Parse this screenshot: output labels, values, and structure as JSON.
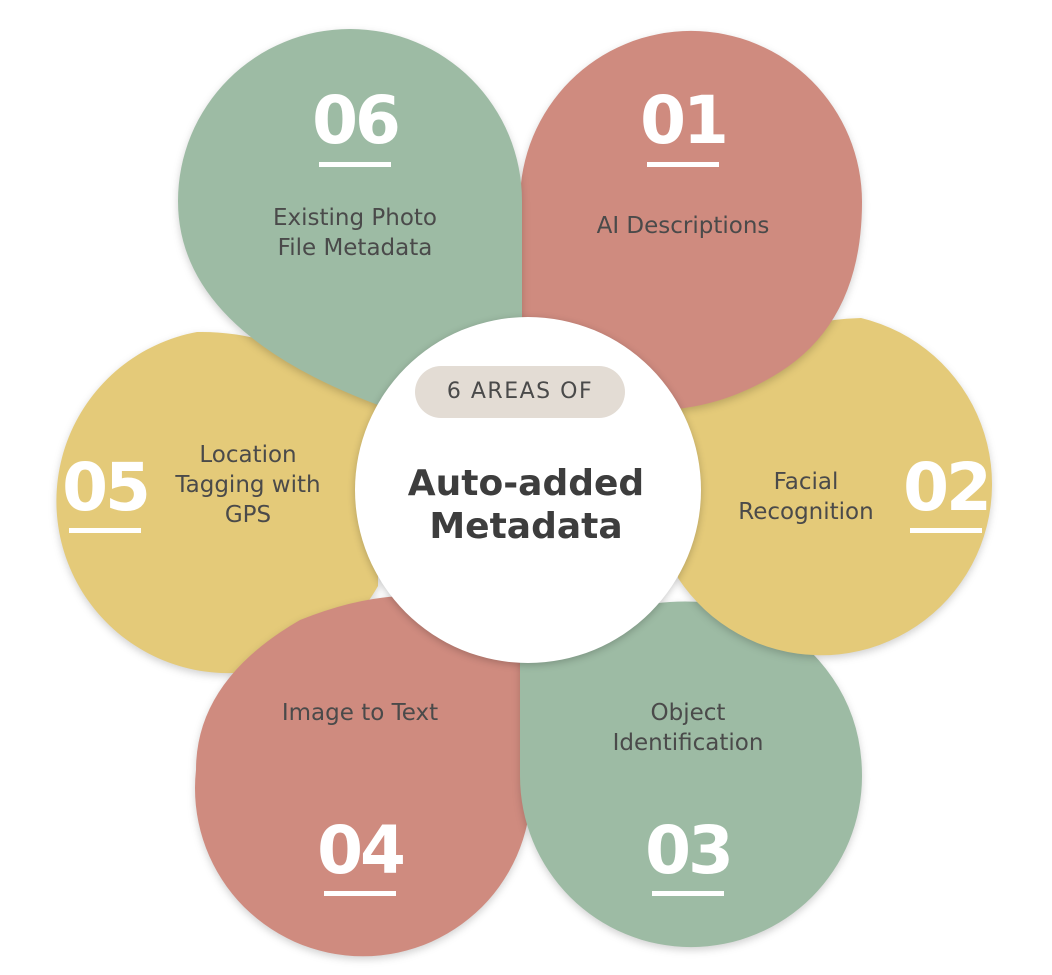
{
  "colors": {
    "sage": "#9dbba4",
    "rose": "#cf8b7f",
    "mustard": "#e4ca79",
    "center_pill": "#e3dcd4",
    "text": "#4a4a4a"
  },
  "center": {
    "pill_text": "6 AREAS OF",
    "title": "Auto-added\nMetadata"
  },
  "petals": [
    {
      "number": "01",
      "label": "AI Descriptions",
      "color": "rose"
    },
    {
      "number": "02",
      "label": "Facial\nRecognition",
      "color": "mustard"
    },
    {
      "number": "03",
      "label": "Object\nIdentification",
      "color": "sage"
    },
    {
      "number": "04",
      "label": "Image to Text",
      "color": "rose"
    },
    {
      "number": "05",
      "label": "Location\nTagging with\nGPS",
      "color": "mustard"
    },
    {
      "number": "06",
      "label": "Existing Photo\nFile Metadata",
      "color": "sage"
    }
  ]
}
